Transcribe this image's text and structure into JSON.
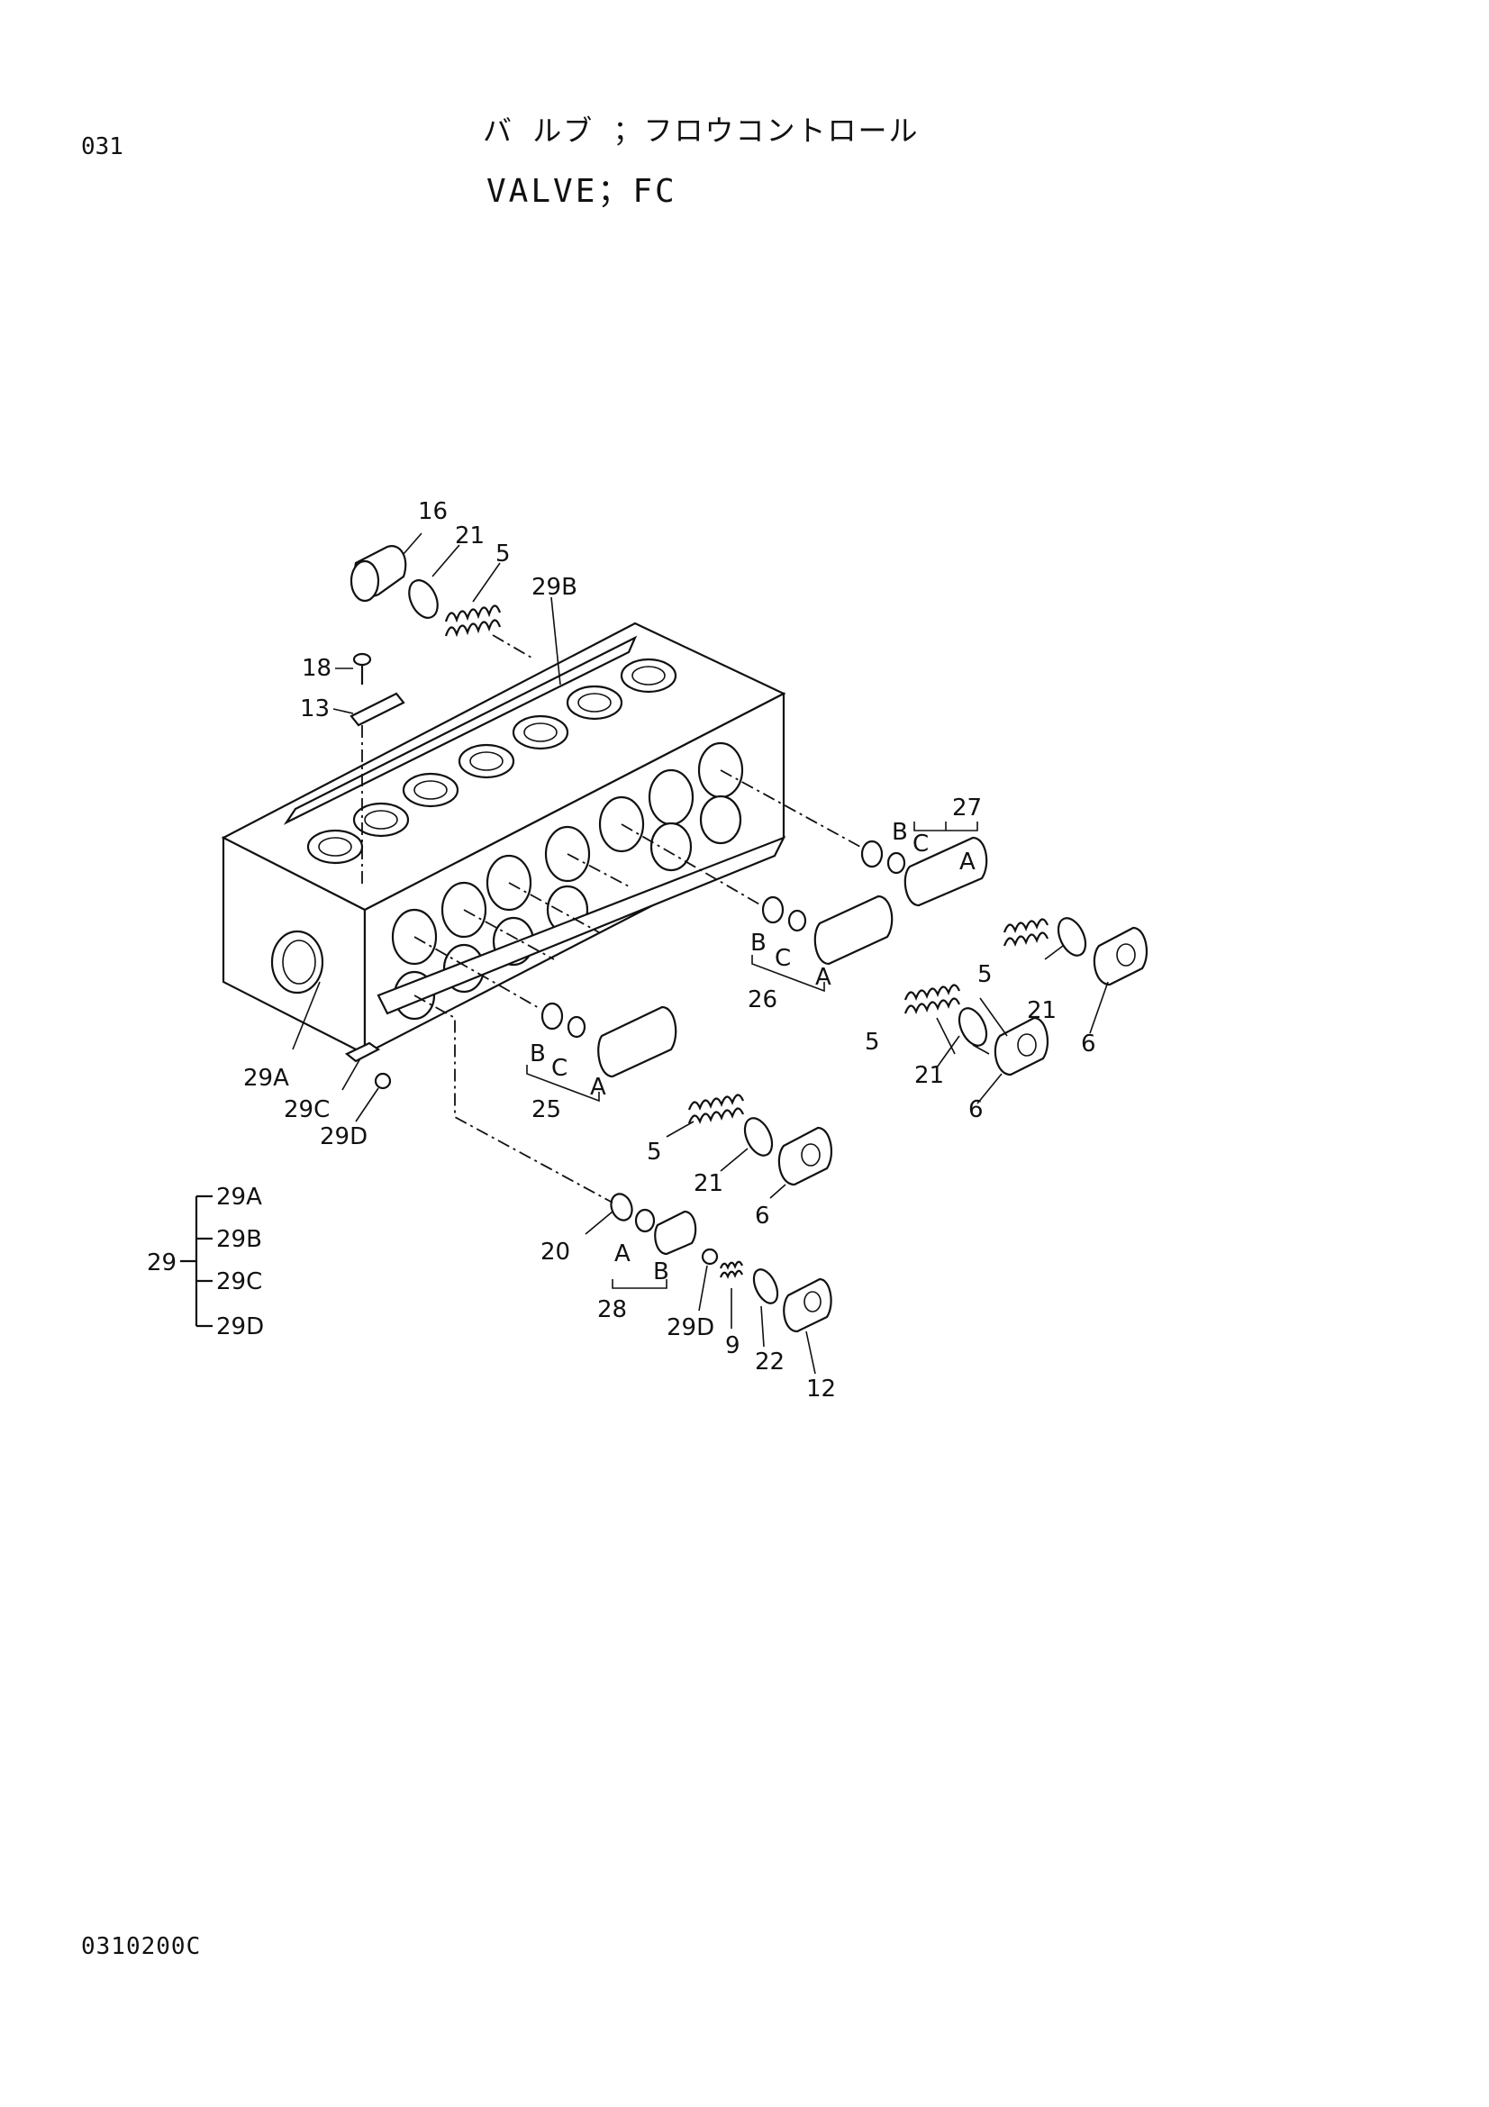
{
  "header": {
    "page_number": "031",
    "title_jp": "バ ルブ ；フロウコントロール",
    "title_en": "VALVE；FC"
  },
  "footer": {
    "drawing_code": "0310200C"
  },
  "callouts": {
    "c16": "16",
    "c21_top": "21",
    "c5_top": "5",
    "c29B": "29B",
    "c18": "18",
    "c13": "13",
    "c27": "27",
    "c27_B": "B",
    "c27_C": "C",
    "c27_A": "A",
    "c5_r1": "5",
    "c21_r1": "21",
    "c6_r1": "6",
    "c26": "26",
    "c26_B": "B",
    "c26_C": "C",
    "c26_A": "A",
    "c5_r2": "5",
    "c21_r2": "21",
    "c6_r2": "6",
    "c25": "25",
    "c25_B": "B",
    "c25_C": "C",
    "c25_A": "A",
    "c5_r3": "5",
    "c21_r3": "21",
    "c6_r3": "6",
    "c29A": "29A",
    "c29C": "29C",
    "c29D": "29D",
    "c20": "20",
    "c28": "28",
    "c28_A": "A",
    "c28_B": "B",
    "c29D_b": "29D",
    "c9": "9",
    "c22": "22",
    "c12": "12"
  },
  "tree": {
    "root": "29",
    "children": [
      "29A",
      "29B",
      "29C",
      "29D"
    ]
  }
}
